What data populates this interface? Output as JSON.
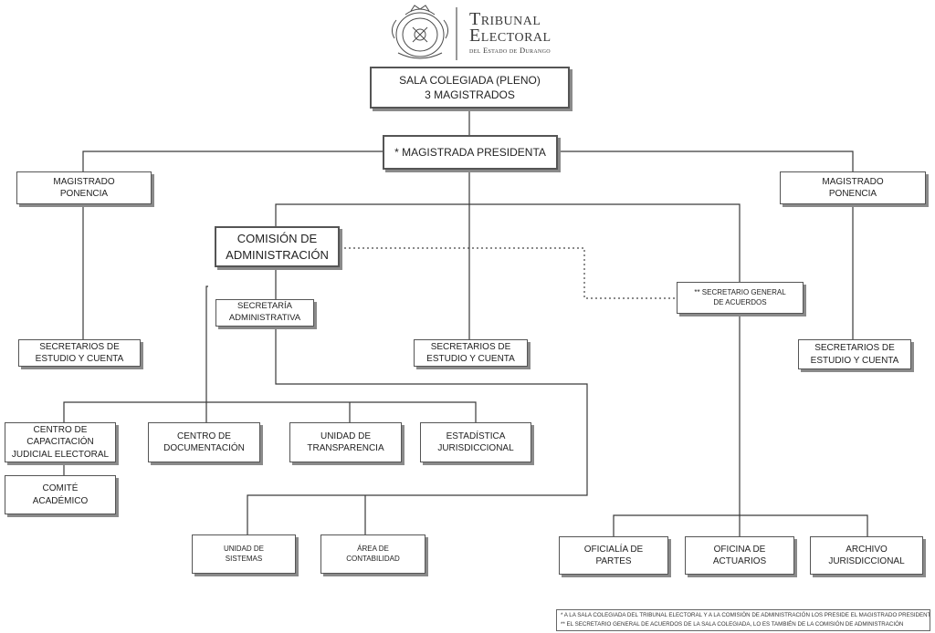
{
  "header": {
    "brand_line1": "Tribunal",
    "brand_line2": "Electoral",
    "brand_line3": "del Estado de Durango",
    "seal_icon": "tribunal-seal-icon"
  },
  "nodes": {
    "pleno": "SALA COLEGIADA (PLENO)\n3 MAGISTRADOS",
    "presidenta": "* MAGISTRADA PRESIDENTA",
    "magistrado_left": "MAGISTRADO\nPONENCIA",
    "magistrado_right": "MAGISTRADO\nPONENCIA",
    "comision": "COMISIÓN DE\nADMINISTRACIÓN",
    "secretaria_admin": "SECRETARÍA\nADMINISTRATIVA",
    "secretario_general": "** SECRETARIO GENERAL\nDE ACUERDOS",
    "sec_estudio_left": "SECRETARIOS DE\nESTUDIO Y CUENTA",
    "sec_estudio_center": "SECRETARIOS DE\nESTUDIO Y CUENTA",
    "sec_estudio_right": "SECRETARIOS DE\nESTUDIO Y CUENTA",
    "centro_capacitacion": "CENTRO DE\nCAPACITACIÓN\nJUDICIAL ELECTORAL",
    "comite_academico": "COMITÉ\nACADÉMICO",
    "centro_documentacion": "CENTRO DE\nDOCUMENTACIÓN",
    "unidad_transparencia": "UNIDAD DE\nTRANSPARENCIA",
    "estadistica": "ESTADÍSTICA\nJURISDICCIONAL",
    "unidad_sistemas": "UNIDAD DE\nSISTEMAS",
    "area_contabilidad": "ÁREA DE\nCONTABILIDAD",
    "oficialia_partes": "OFICIALÍA DE\nPARTES",
    "oficina_actuarios": "OFICINA DE\nACTUARIOS",
    "archivo": "ARCHIVO\nJURISDICCIONAL"
  },
  "notes": {
    "note1": "* A LA SALA COLEGIADA DEL TRIBUNAL ELECTORAL Y A LA COMISIÓN DE ADMINISTRACIÓN  LOS PRESIDE EL MAGISTRADO PRESIDENTE.",
    "note2": "**  EL SECRETARIO GENERAL DE ACUERDOS DE LA SALA COLEGIADA, LO ES TAMBIÉN DE LA COMISIÓN DE ADMINISTRACIÓN"
  },
  "colors": {
    "line": "#3a3a3a",
    "border": "#555555",
    "shadow": "#8a8a8a"
  }
}
